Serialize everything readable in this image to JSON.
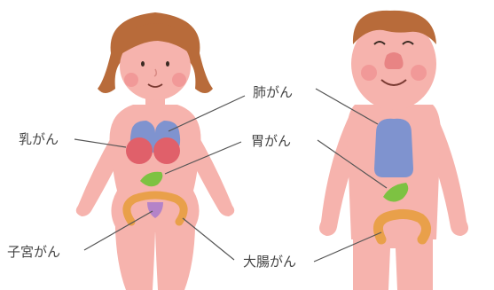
{
  "labels": {
    "breast": "乳がん",
    "lung": "肺がん",
    "stomach": "胃がん",
    "uterus": "子宮がん",
    "colon": "大腸がん"
  },
  "colors": {
    "skin": "#f6b3ad",
    "skin_shadow": "#e89c96",
    "hair": "#b86b3a",
    "hair_dark": "#9c5630",
    "cheek": "#f08f8f",
    "nose": "#e88484",
    "lung": "#7f93cf",
    "breast_tissue": "#e0606a",
    "stomach": "#7dc242",
    "colon": "#e9a04a",
    "uterus": "#b483c8",
    "leader_line": "#555555"
  }
}
